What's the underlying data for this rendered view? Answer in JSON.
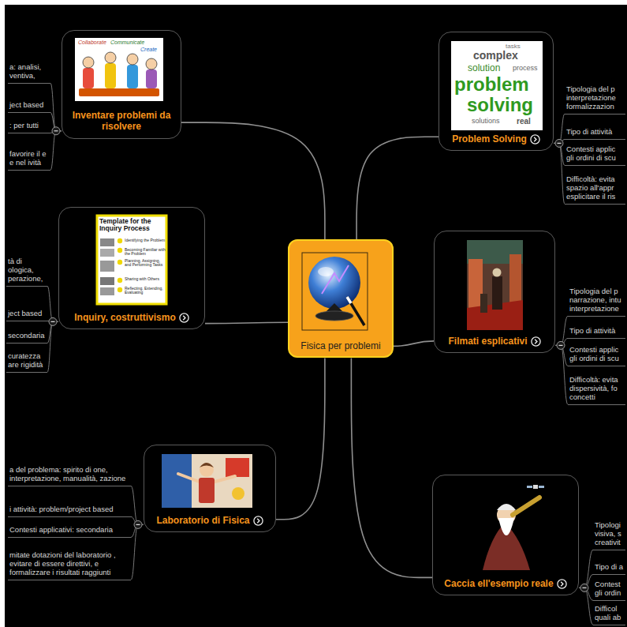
{
  "diagram": {
    "nodes": [
      {
        "text": [
          "Fisica per problemi"
        ]
      },
      {
        "text": [
          "Inventare problemi da risolvere"
        ]
      },
      {
        "text": [
          "a: analisi, ventiva,"
        ]
      },
      {
        "text": [
          "ject based"
        ]
      },
      {
        "text": [
          ": per tutti"
        ]
      },
      {
        "text": [
          "favorire il e e nel ività"
        ]
      },
      {
        "text": [
          "Problem Solving"
        ]
      },
      {
        "text": [
          "Tipologia del p interpretazione formalizzazion"
        ]
      },
      {
        "text": [
          "Tipo di attività"
        ]
      },
      {
        "text": [
          "Contesti applic gli ordini di scu"
        ]
      },
      {
        "text": [
          "Difficoltà: evita spazio all'appr esplicitare il ris"
        ]
      },
      {
        "text": [
          "Inquiry, costruttivismo"
        ]
      },
      {
        "text": [
          "tà di ologica, perazione,"
        ]
      },
      {
        "text": [
          "ject based"
        ]
      },
      {
        "text": [
          "secondaria"
        ]
      },
      {
        "text": [
          "curatezza are rigidità"
        ]
      },
      {
        "text": [
          "Filmati esplicativi"
        ]
      },
      {
        "text": [
          "Tipologia del p narrazione, intu interpretazione"
        ]
      },
      {
        "text": [
          "Tipo di attività"
        ]
      },
      {
        "text": [
          "Contesti applic gli ordini di scu"
        ]
      },
      {
        "text": [
          "Difficoltà: evita dispersività, fo concetti"
        ]
      },
      {
        "text": [
          "Laboratorio di Fisica"
        ]
      },
      {
        "text": [
          "a del problema: spirito di one, interpretazione, manualità, zazione"
        ]
      },
      {
        "text": [
          "i attività: problem/project based"
        ]
      },
      {
        "text": [
          "Contesti applicativi: secondaria"
        ]
      },
      {
        "text": [
          "mitate dotazioni del laboratorio , evitare di essere direttivi, e formalizzare i risultati raggiunti"
        ]
      },
      {
        "text": [
          "Caccia ell'esempio reale"
        ]
      },
      {
        "text": [
          "Tipologi visiva, s creativit"
        ]
      },
      {
        "text": [
          "Tipo di a"
        ]
      },
      {
        "text": [
          "Contest gli ordin"
        ]
      },
      {
        "text": [
          "Difficol quali ab"
        ]
      }
    ],
    "edges": [
      {
        "from": 0,
        "to": 1,
        "arrow": "none"
      },
      {
        "from": 0,
        "to": 6,
        "arrow": "none"
      },
      {
        "from": 0,
        "to": 11,
        "arrow": "none"
      },
      {
        "from": 0,
        "to": 16,
        "arrow": "none"
      },
      {
        "from": 0,
        "to": 21,
        "arrow": "none"
      },
      {
        "from": 0,
        "to": 26,
        "arrow": "none"
      },
      {
        "from": 1,
        "to": 2,
        "arrow": "none"
      },
      {
        "from": 1,
        "to": 3,
        "arrow": "none"
      },
      {
        "from": 1,
        "to": 4,
        "arrow": "none"
      },
      {
        "from": 1,
        "to": 5,
        "arrow": "none"
      },
      {
        "from": 6,
        "to": 7,
        "arrow": "none"
      },
      {
        "from": 6,
        "to": 8,
        "arrow": "none"
      },
      {
        "from": 6,
        "to": 9,
        "arrow": "none"
      },
      {
        "from": 6,
        "to": 10,
        "arrow": "none"
      },
      {
        "from": 11,
        "to": 12,
        "arrow": "none"
      },
      {
        "from": 11,
        "to": 13,
        "arrow": "none"
      },
      {
        "from": 11,
        "to": 14,
        "arrow": "none"
      },
      {
        "from": 11,
        "to": 15,
        "arrow": "none"
      },
      {
        "from": 16,
        "to": 17,
        "arrow": "none"
      },
      {
        "from": 16,
        "to": 18,
        "arrow": "none"
      },
      {
        "from": 16,
        "to": 19,
        "arrow": "none"
      },
      {
        "from": 16,
        "to": 20,
        "arrow": "none"
      },
      {
        "from": 21,
        "to": 22,
        "arrow": "none"
      },
      {
        "from": 21,
        "to": 23,
        "arrow": "none"
      },
      {
        "from": 21,
        "to": 24,
        "arrow": "none"
      },
      {
        "from": 21,
        "to": 25,
        "arrow": "none"
      },
      {
        "from": 26,
        "to": 27,
        "arrow": "none"
      },
      {
        "from": 26,
        "to": 28,
        "arrow": "none"
      },
      {
        "from": 26,
        "to": 29,
        "arrow": "none"
      },
      {
        "from": 26,
        "to": 30,
        "arrow": "none"
      }
    ],
    "labels": [
      "Collaborate",
      "Communicate",
      "Create",
      "tasks",
      "complex",
      "solution",
      "process",
      "problem",
      "solving",
      "solutions",
      "real",
      "Template for the Inquiry Process",
      "Identifying the Problem",
      "Becoming Familiar with the Problem",
      "Planning, Assigning, and Performing Tasks",
      "Sharing with Others",
      "Reflecting, Extending, Evaluating"
    ]
  }
}
